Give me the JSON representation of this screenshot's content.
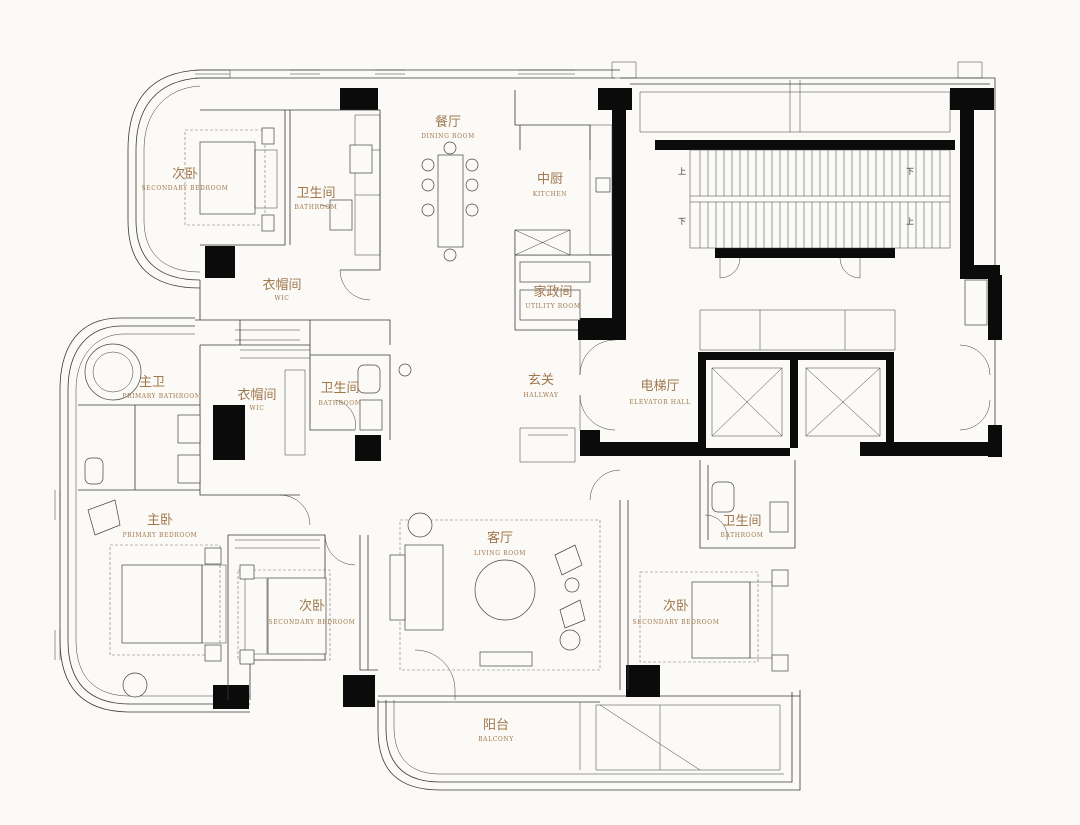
{
  "rooms": {
    "secondary_bedroom_nw": {
      "zh": "次卧",
      "en": "SECONDARY BEDROOM"
    },
    "bathroom_nw": {
      "zh": "卫生间",
      "en": "BATHROOM"
    },
    "dining_room": {
      "zh": "餐厅",
      "en": "DINING ROOM"
    },
    "kitchen": {
      "zh": "中厨",
      "en": "KITCHEN"
    },
    "wic_north": {
      "zh": "衣帽间",
      "en": "WIC"
    },
    "utility_room": {
      "zh": "家政间",
      "en": "UTILITY ROOM"
    },
    "primary_bathroom": {
      "zh": "主卫",
      "en": "PRIMARY BATHROOM"
    },
    "wic_center": {
      "zh": "衣帽间",
      "en": "WIC"
    },
    "bathroom_center": {
      "zh": "卫生间",
      "en": "BATHROOM"
    },
    "hallway": {
      "zh": "玄关",
      "en": "HALLWAY"
    },
    "elevator_hall": {
      "zh": "电梯厅",
      "en": "ELEVATOR HALL"
    },
    "primary_bedroom": {
      "zh": "主卧",
      "en": "PRIMARY BEDROOM"
    },
    "living_room": {
      "zh": "客厅",
      "en": "LIVING ROOM"
    },
    "bathroom_east": {
      "zh": "卫生间",
      "en": "BATHROOM"
    },
    "secondary_bedroom_sw": {
      "zh": "次卧",
      "en": "SECONDARY BEDROOM"
    },
    "secondary_bedroom_se": {
      "zh": "次卧",
      "en": "SECONDARY BEDROOM"
    },
    "balcony": {
      "zh": "阳台",
      "en": "BALCONY"
    }
  },
  "stair_marks": {
    "up_left_top": "上",
    "down_right_top": "下",
    "down_left_bottom": "下",
    "up_right_bottom": "上"
  },
  "colors": {
    "background": "#fbfaf7",
    "wall": "#0b0b0b",
    "line": "#3a3a3a",
    "label": "#a0784e"
  }
}
